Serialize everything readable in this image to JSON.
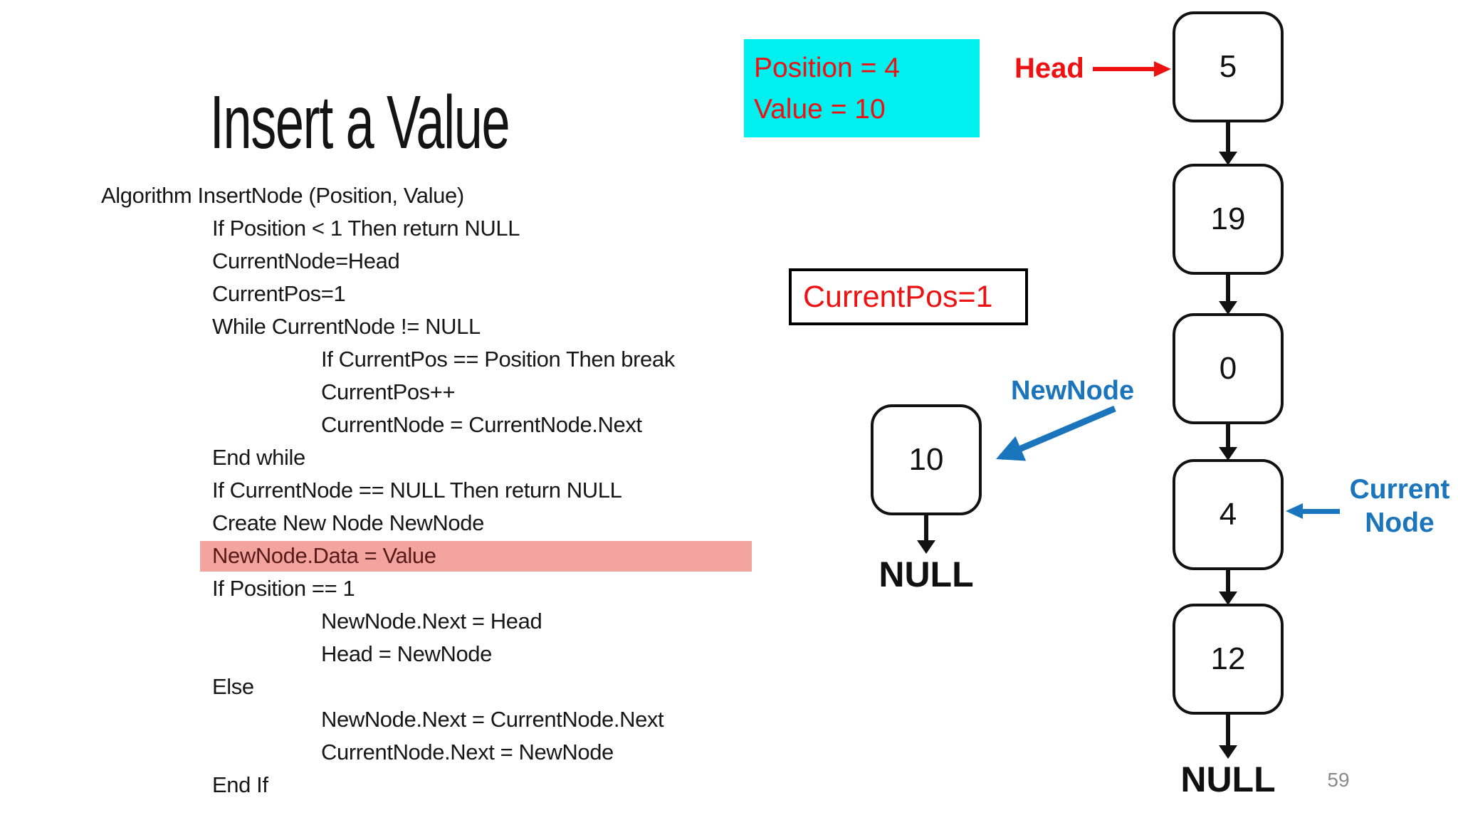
{
  "slide": {
    "title": "Insert a Value",
    "page_number": "59"
  },
  "code": {
    "lines": [
      {
        "text": "Algorithm InsertNode (Position, Value)",
        "indent": 0,
        "highlighted": false
      },
      {
        "text": "If Position < 1 Then return NULL",
        "indent": 1,
        "highlighted": false
      },
      {
        "text": "CurrentNode=Head",
        "indent": 1,
        "highlighted": false
      },
      {
        "text": "CurrentPos=1",
        "indent": 1,
        "highlighted": false
      },
      {
        "text": "While CurrentNode != NULL",
        "indent": 1,
        "highlighted": false
      },
      {
        "text": "If CurrentPos == Position Then break",
        "indent": 2,
        "highlighted": false
      },
      {
        "text": "CurrentPos++",
        "indent": 2,
        "highlighted": false
      },
      {
        "text": "CurrentNode = CurrentNode.Next",
        "indent": 2,
        "highlighted": false
      },
      {
        "text": "End while",
        "indent": 1,
        "highlighted": false
      },
      {
        "text": "If CurrentNode == NULL Then return NULL",
        "indent": 1,
        "highlighted": false
      },
      {
        "text": "Create New Node NewNode",
        "indent": 1,
        "highlighted": false
      },
      {
        "text": "NewNode.Data = Value",
        "indent": 1,
        "highlighted": true
      },
      {
        "text": "If Position == 1",
        "indent": 1,
        "highlighted": false
      },
      {
        "text": "NewNode.Next = Head",
        "indent": 2,
        "highlighted": false
      },
      {
        "text": "Head = NewNode",
        "indent": 2,
        "highlighted": false
      },
      {
        "text": "Else",
        "indent": 1,
        "highlighted": false
      },
      {
        "text": "NewNode.Next = CurrentNode.Next",
        "indent": 2,
        "highlighted": false
      },
      {
        "text": "CurrentNode.Next = NewNode",
        "indent": 2,
        "highlighted": false
      },
      {
        "text": "End If",
        "indent": 1,
        "highlighted": false
      }
    ]
  },
  "info_box": {
    "line1": "Position = 4",
    "line2": "Value = 10"
  },
  "currentpos_box": {
    "text": "CurrentPos=1"
  },
  "labels": {
    "head": "Head",
    "newnode": "NewNode",
    "current_node_line1": "Current",
    "current_node_line2": "Node"
  },
  "new_node": {
    "value": "10",
    "null_label": "NULL"
  },
  "linked_list": {
    "nodes": [
      "5",
      "19",
      "0",
      "4",
      "12"
    ],
    "null_label": "NULL"
  },
  "colors": {
    "red": "#ee1111",
    "blue": "#1b75bc",
    "cyan": "#00f0f0",
    "highlight_pink": "#f3a49e",
    "highlight_text": "#571a1a",
    "gray_page": "#8a8a8a",
    "black": "#111111"
  }
}
